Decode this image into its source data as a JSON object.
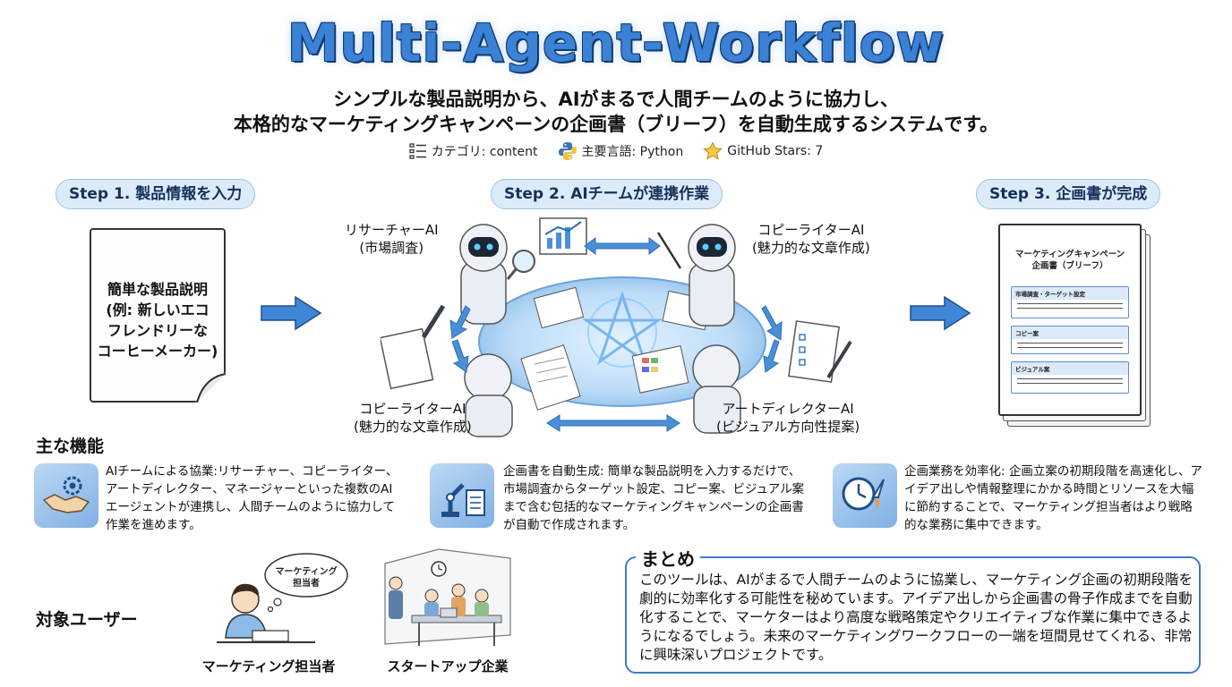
{
  "header": {
    "title": "Multi-Agent-Workflow",
    "subtitle_line1": "シンプルな製品説明から、AIがまるで人間チームのように協力し、",
    "subtitle_line2": "本格的なマーケティングキャンペーンの企画書（ブリーフ）を自動生成するシステムです。",
    "meta": [
      {
        "icon": "list-icon",
        "label": "カテゴリ: content"
      },
      {
        "icon": "python-icon",
        "label": "主要言語: Python"
      },
      {
        "icon": "star-icon",
        "label": "GitHub Stars: 7"
      }
    ]
  },
  "steps": [
    {
      "label": "Step 1. 製品情報を入力"
    },
    {
      "label": "Step 2. AIチームが連携作業"
    },
    {
      "label": "Step 3. 企画書が完成"
    }
  ],
  "input_doc": {
    "lines": [
      "簡単な製品説明",
      "(例: 新しいエコ",
      "フレンドリーな",
      "コーヒーメーカー)"
    ]
  },
  "agents": [
    {
      "name": "リサーチャーAI",
      "role": "(市場調査)"
    },
    {
      "name": "コピーライターAI",
      "role": "(魅力的な文章作成)"
    },
    {
      "name": "コピーライターAI",
      "role": "(魅力的な文章作成)"
    },
    {
      "name": "アートディレクターAI",
      "role": "(ビジュアル方向性提案)"
    }
  ],
  "brief_doc": {
    "title_line1": "マーケティングキャンペーン",
    "title_line2": "企画書（ブリーフ）",
    "sections": [
      "市場調査・ターゲット設定",
      "コピー案",
      "ビジュアル案"
    ]
  },
  "features": {
    "heading": "主な機能",
    "items": [
      {
        "icon": "handshake-gear-icon",
        "text": "AIチームによる協業:リサーチャー、コピーライター、アートディレクター、マネージャーといった複数のAIエージェントが連携し、人間チームのように協力して作業を進めます。"
      },
      {
        "icon": "robot-arm-document-icon",
        "text": "企画書を自動生成: 簡単な製品説明を入力するだけで、市場調査からターゲット設定、コピー案、ビジュアル案まで含む包括的なマーケティングキャンペーンの企画書が自動で作成されます。"
      },
      {
        "icon": "clock-rocket-icon",
        "text": "企画業務を効率化: 企画立案の初期段階を高速化し、アイデア出しや情報整理にかかる時間とリソースを大幅に節約することで、マーケティング担当者はより戦略的な業務に集中できます。"
      }
    ]
  },
  "users": {
    "heading": "対象ユーザー",
    "bubble": [
      "マーケティング",
      "担当者"
    ],
    "items": [
      {
        "icon": "person-writing-icon",
        "label": "マーケティング担当者"
      },
      {
        "icon": "startup-team-icon",
        "label": "スタートアップ企業"
      }
    ]
  },
  "summary": {
    "heading": "まとめ",
    "text": "このツールは、AIがまるで人間チームのように協業し、マーケティング企画の初期段階を劇的に効率化する可能性を秘めています。アイデア出しから企画書の骨子作成までを自動化することで、マーケターはより高度な戦略策定やクリエイティブな作業に集中できるようになるでしょう。未来のマーケティングワークフローの一端を垣間見せてくれる、非常に興味深いプロジェクトです。"
  },
  "colors": {
    "accent": "#3b82d6",
    "pill_bg": "#dcebfa",
    "pill_border": "#9cc3ea",
    "summary_border": "#3f7bc8"
  }
}
